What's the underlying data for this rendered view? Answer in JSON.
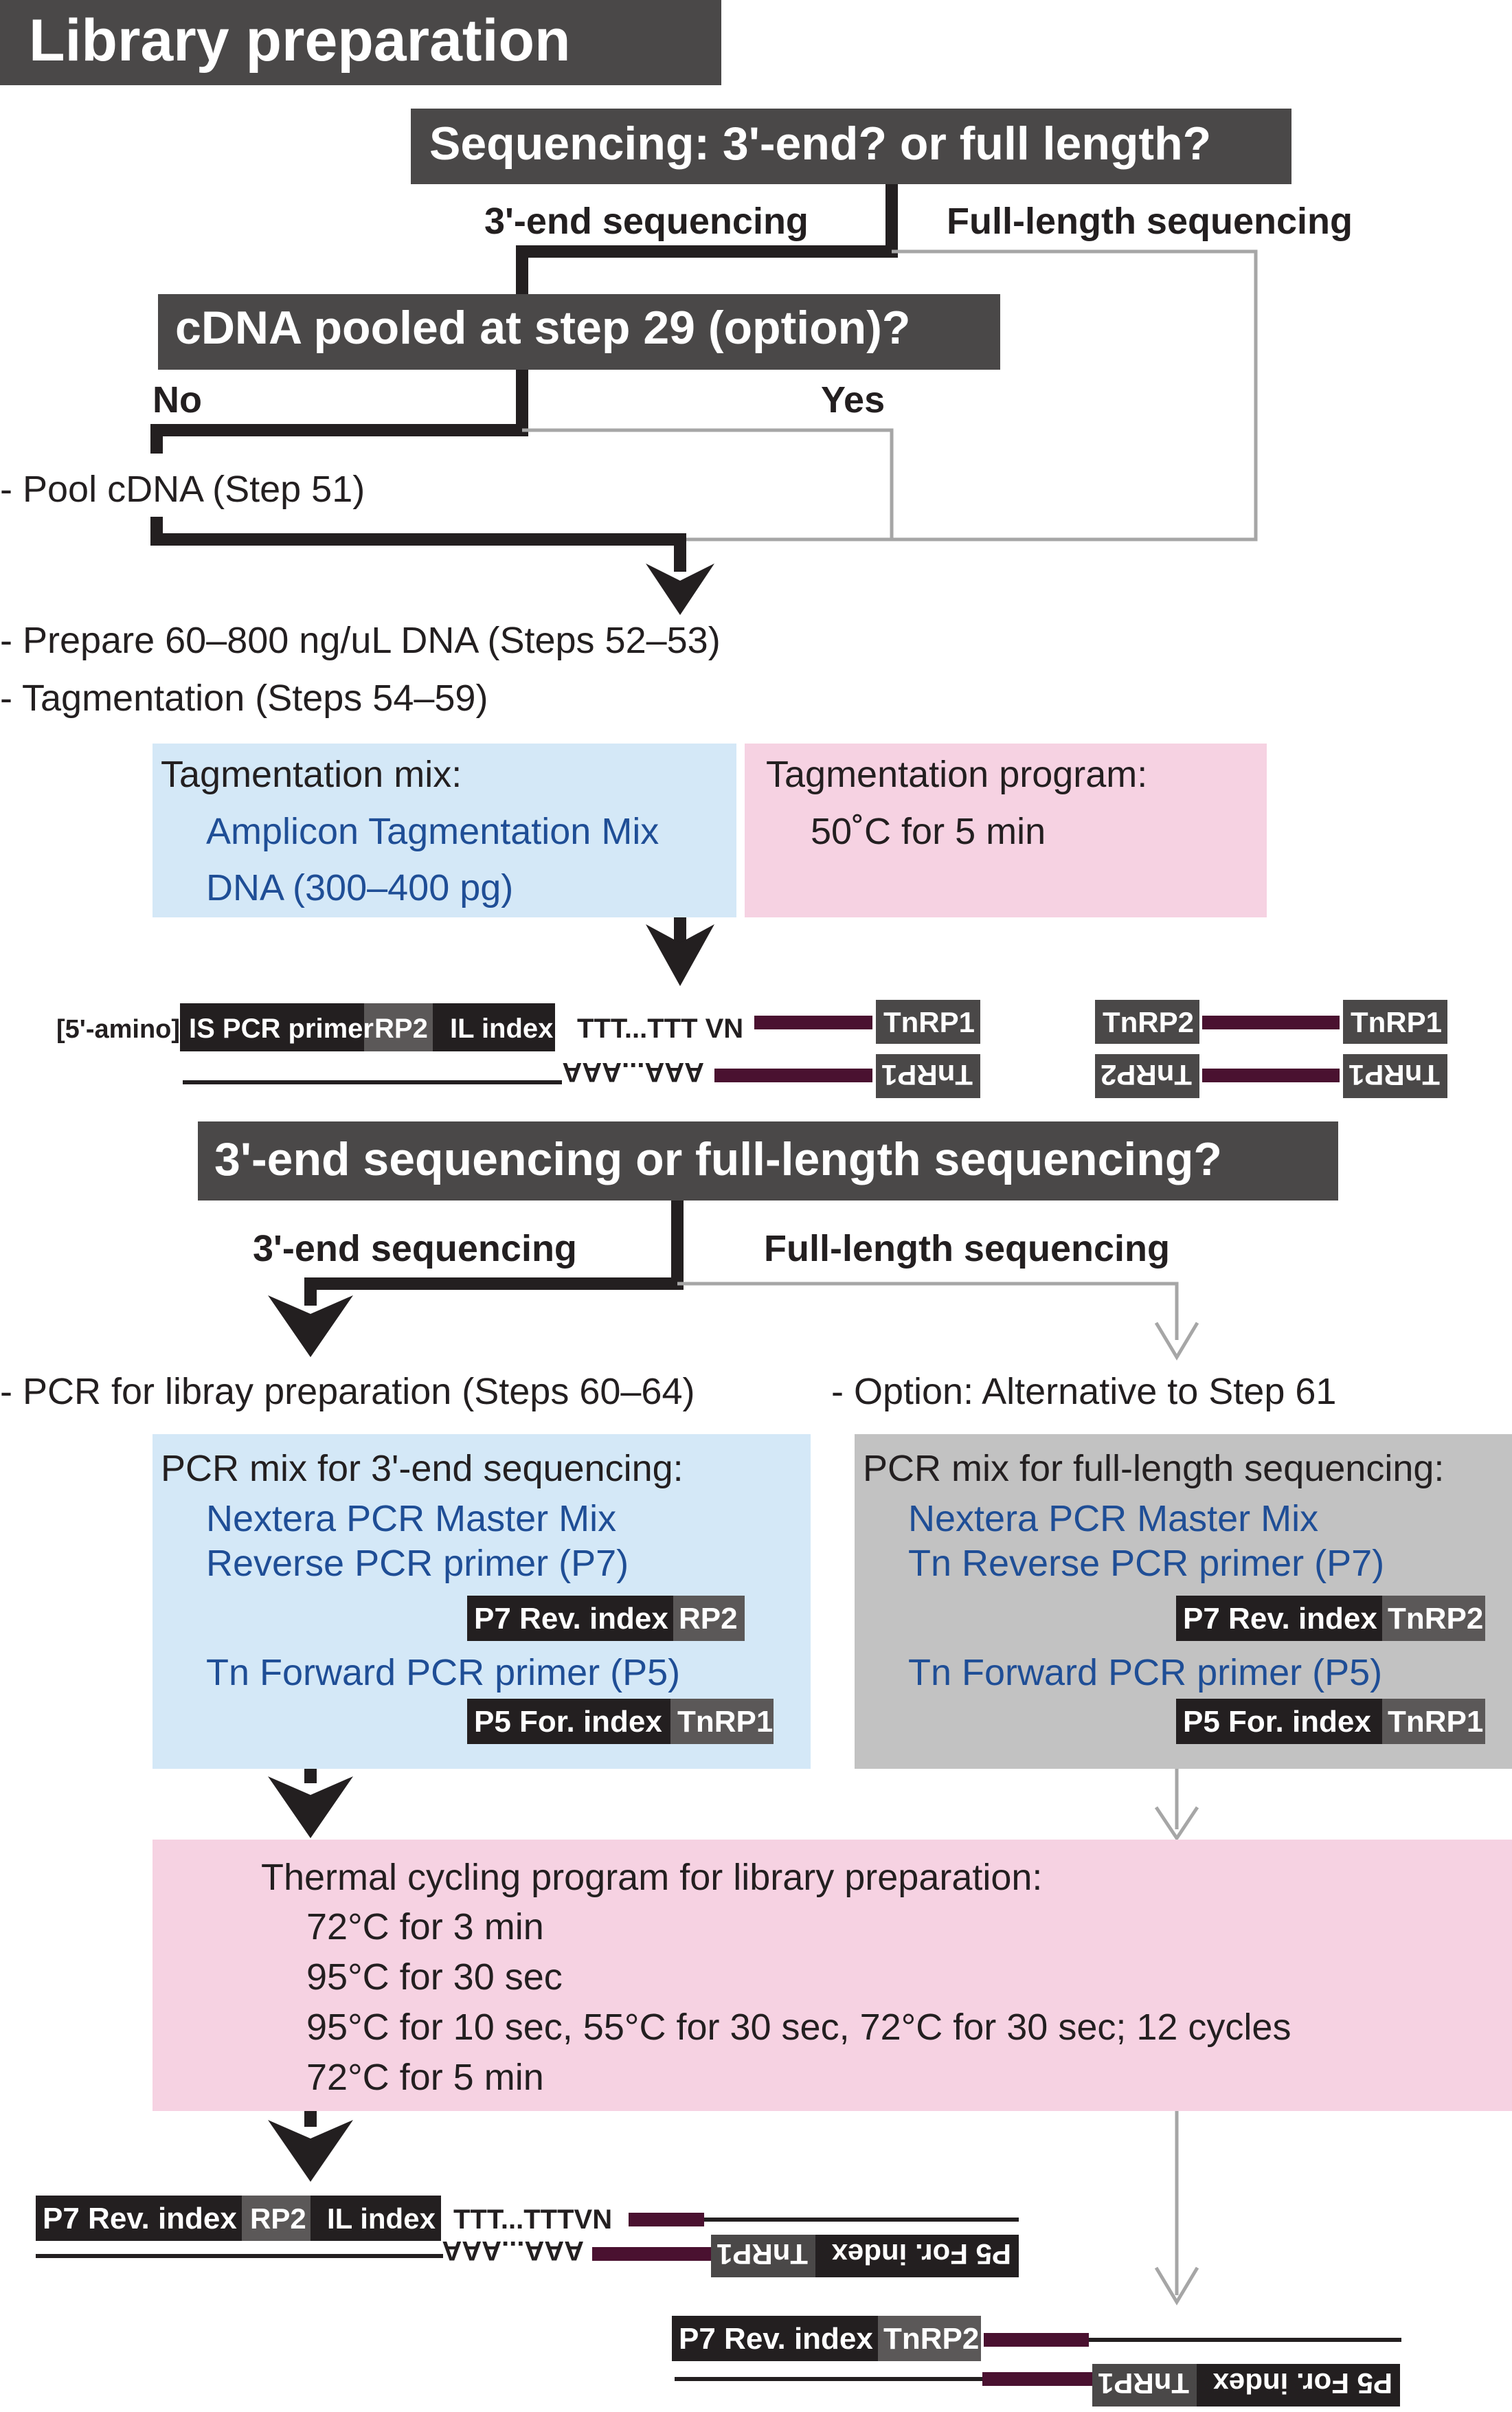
{
  "title": "Library preparation",
  "q1": {
    "question": "Sequencing: 3'-end? or full length?",
    "branch_left": "3'-end sequencing",
    "branch_right": "Full-length sequencing"
  },
  "q2": {
    "question": "cDNA pooled at step 29 (option)?",
    "no": "No",
    "yes": "Yes"
  },
  "steps": {
    "pool": "- Pool cDNA (Step 51)",
    "prepare": "- Prepare 60–800 ng/uL DNA (Steps 52–53)",
    "tagmentation": "- Tagmentation (Steps 54–59)",
    "pcr_3end": "- PCR for libray preparation (Steps 60–64)",
    "pcr_full": "- Option: Alternative to Step 61"
  },
  "tagmentation_mix": {
    "title": "Tagmentation mix:",
    "items": [
      "Amplicon Tagmentation Mix",
      "DNA (300–400 pg)"
    ]
  },
  "tagmentation_program": {
    "title": "Tagmentation program:",
    "items": [
      "50˚C for 5 min"
    ]
  },
  "construct1": {
    "prefix": "[5'-amino]",
    "seg_is": "IS PCR primer",
    "seg_rp2": "RP2",
    "seg_il": "IL index",
    "polyt": "TTT...TTT VN",
    "polya": "AAA...AAA",
    "tnrp1_top": "TnRP1",
    "tnrp1_bottom": "TnRP1"
  },
  "construct2": {
    "tnrp2_top": "TnRP2",
    "tnrp1_top": "TnRP1",
    "tnrp2_bottom": "TnRP2",
    "tnrp1_bottom": "TnRP1"
  },
  "q3": {
    "question": "3'-end sequencing or full-length sequencing?",
    "branch_left": "3'-end sequencing",
    "branch_right": "Full-length sequencing"
  },
  "pcr_mix_3end": {
    "title": "PCR mix for 3'-end sequencing:",
    "master": "Nextera PCR Master Mix",
    "reverse": "Reverse PCR primer (P7)",
    "rev_index": "P7 Rev. index",
    "rev_rp": "RP2",
    "forward": "Tn Forward PCR primer (P5)",
    "for_index": "P5 For. index",
    "for_rp": "TnRP1"
  },
  "pcr_mix_full": {
    "title": "PCR mix for full-length sequencing:",
    "master": "Nextera PCR Master Mix",
    "reverse": "Tn Reverse PCR primer (P7)",
    "rev_index": "P7 Rev. index",
    "rev_rp": "TnRP2",
    "forward": "Tn Forward PCR primer (P5)",
    "for_index": "P5 For. index",
    "for_rp": "TnRP1"
  },
  "thermal": {
    "title": "Thermal cycling program for library preparation:",
    "items": [
      "72°C for 3 min",
      "95°C for 30 sec",
      "95°C for 10 sec, 55°C for 30 sec, 72°C for 30 sec; 12 cycles",
      "72°C for 5 min"
    ]
  },
  "product1": {
    "p7": "P7 Rev. index",
    "rp2": "RP2",
    "il": "IL index",
    "polyt": "TTT...TTTVN",
    "polya": "AAA...AAA",
    "tnrp1_bottom": "TnRP1",
    "p5_bottom": "P5 For. index"
  },
  "product2": {
    "p7": "P7 Rev. index",
    "tnrp2": "TnRP2",
    "tnrp1_bottom": "TnRP1",
    "p5_bottom": "P5 For. index"
  },
  "colors": {
    "header_bg": "#4a4848",
    "dark": "#231f20",
    "gray_line": "#a6a6a6",
    "blue_box": "#d4e8f7",
    "pink_box": "#f6d2e2",
    "gray_box": "#c2c2c2",
    "blue_text": "#1f4e96",
    "adapter": "#4a1130"
  }
}
